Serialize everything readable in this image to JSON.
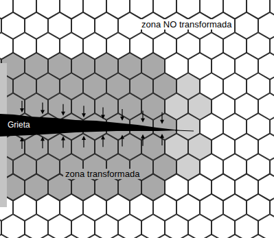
{
  "diagram": {
    "labels": [
      "zona NO transformada",
      "Grieta",
      "zona transformada"
    ]
  }
}
